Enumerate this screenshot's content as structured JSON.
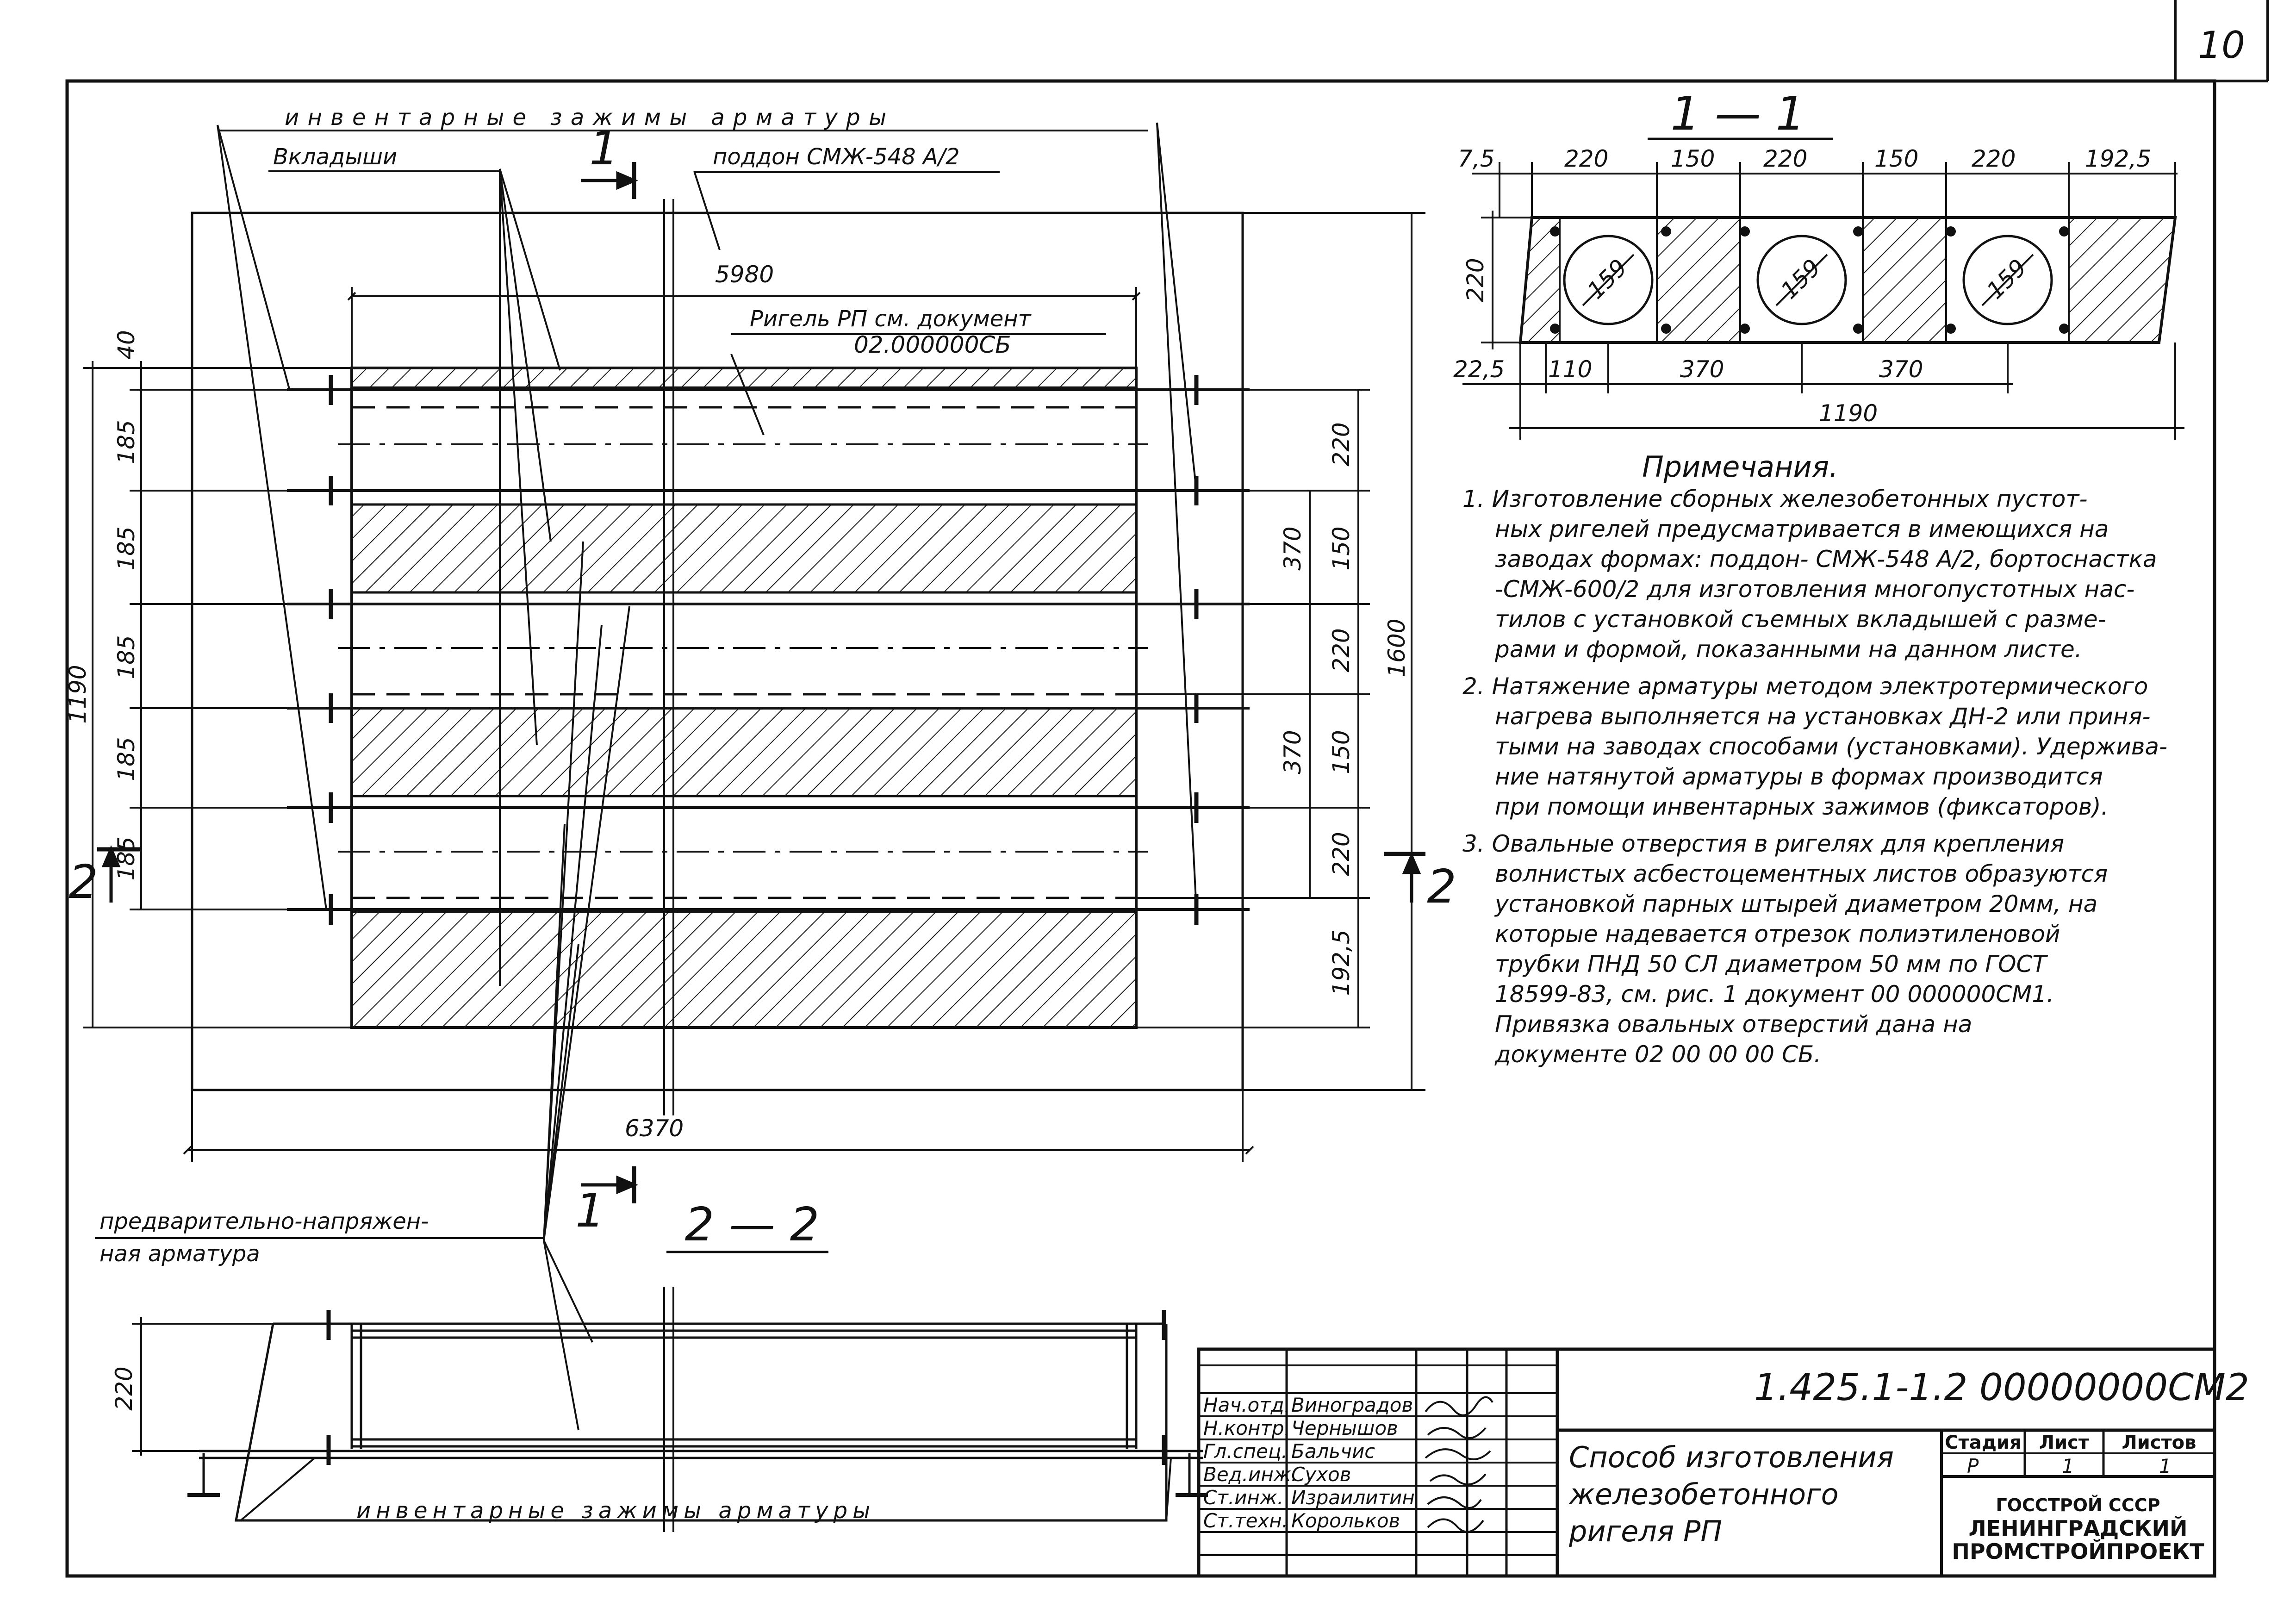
{
  "sheet": {
    "number": "10"
  },
  "plan": {
    "labels": {
      "clamps_top": "инвентарные зажимы арматуры",
      "inserts": "Вкладыши",
      "pallet": "поддон СМЖ-548 А/2",
      "beam_ref_1": "Ригель РП см. документ",
      "beam_ref_2": "02.000000СБ",
      "prestressed_1": "предварительно-напряжен-",
      "prestressed_2": "ная арматура",
      "clamps_bottom": "инвентарные зажимы арматуры"
    },
    "dims": {
      "length_inner": "5980",
      "length_outer": "6370",
      "left_top": "40",
      "left_strips": [
        "185",
        "185",
        "185",
        "185",
        "185"
      ],
      "left_total": "1190",
      "right_strips": [
        "220",
        "150",
        "220",
        "150",
        "220",
        "192,5"
      ],
      "right_pairs": [
        "370",
        "370"
      ],
      "right_total": "1600"
    },
    "cut_marks": {
      "section1": "1",
      "section2": "2"
    }
  },
  "section11": {
    "title": "1 — 1",
    "top_dims": [
      "7,5",
      "220",
      "150",
      "220",
      "150",
      "220",
      "192,5"
    ],
    "height": "220",
    "bottom_dims": [
      "22,5",
      "110",
      "370",
      "370"
    ],
    "total": "1190",
    "hole_label": "159"
  },
  "section22": {
    "title": "2 — 2",
    "height": "220"
  },
  "notes": {
    "title": "Примечания.",
    "lines": [
      "1. Изготовление сборных железобетонных пустот-",
      "ных ригелей предусматривается в имеющихся на",
      "заводах формах: поддон- СМЖ-548 А/2, бортоснастка",
      "-СМЖ-600/2 для изготовления многопустотных нас-",
      "тилов с установкой съемных вкладышей с разме-",
      "рами и формой, показанными на данном листе.",
      "2. Натяжение арматуры методом электротермического",
      "нагрева выполняется на установках ДН-2 или приня-",
      "тыми на заводах способами (установками). Удержива-",
      "ние натянутой арматуры в формах производится",
      "при помощи инвентарных зажимов (фиксаторов).",
      "3. Овальные отверстия в ригелях для крепления",
      "волнистых асбестоцементных листов образуются",
      "установкой парных штырей диаметром 20мм, на",
      "которые надевается отрезок полиэтиленовой",
      "трубки ПНД 50 СЛ диаметром 50 мм по ГОСТ",
      "18599-83, см. рис. 1 документ 00 000000СМ1.",
      "Привязка овальных отверстий дана на",
      "документе 02 00 00 00 СБ."
    ]
  },
  "title_block": {
    "code": "1.425.1-1.2 00000000СМ2",
    "roles": [
      "Нач.отд.",
      "Н.контр.",
      "Гл.спец.",
      "Вед.инж.",
      "Ст.инж.",
      "Ст.техн."
    ],
    "names": [
      "Виноградов",
      "Чернышов",
      "Бальчис",
      "Сухов",
      "Израилитин",
      "Корольков"
    ],
    "title_lines": [
      "Способ изготовления",
      "железобетонного",
      "ригеля РП"
    ],
    "stage_label": "Стадия",
    "sheet_label": "Лист",
    "sheets_label": "Листов",
    "stage": "Р",
    "sheet": "1",
    "sheets": "1",
    "org_1": "ГОССТРОЙ СССР",
    "org_2": "ЛЕНИНГРАДСКИЙ",
    "org_3": "ПРОМСТРОЙПРОЕКТ"
  }
}
